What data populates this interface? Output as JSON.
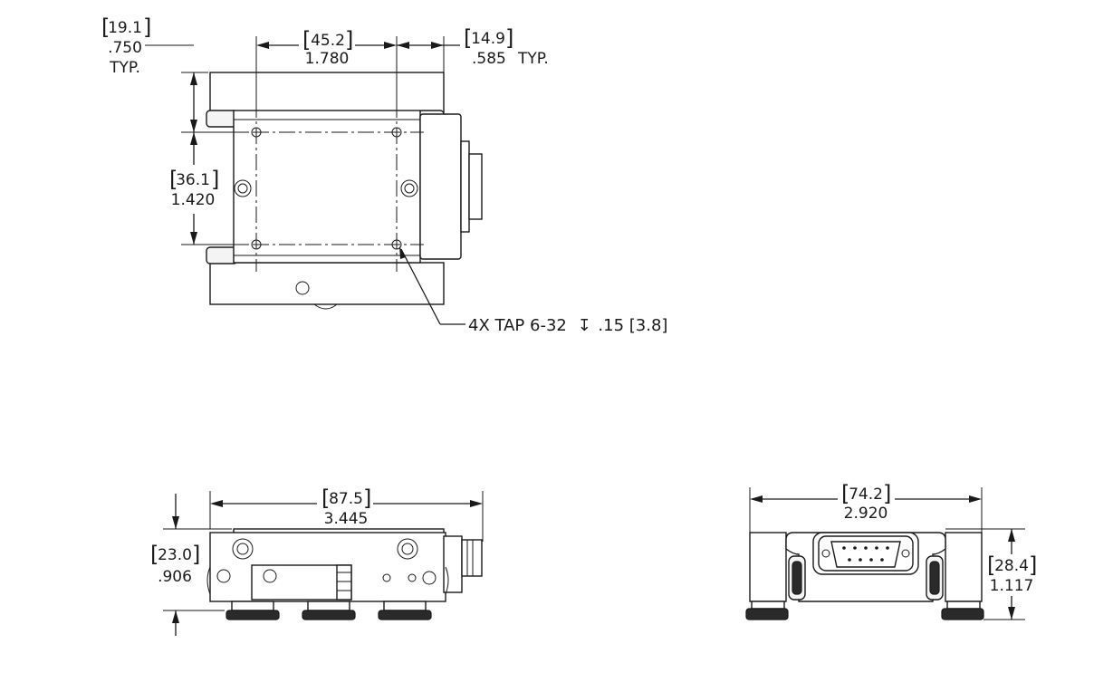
{
  "top_view": {
    "dim_typ_left": {
      "metric": "19.1",
      "imperial": ".750",
      "note": "TYP."
    },
    "dim_hole_spacing_x": {
      "metric": "45.2",
      "imperial": "1.780"
    },
    "dim_typ_right": {
      "metric": "14.9",
      "imperial": ".585",
      "note": "TYP."
    },
    "dim_hole_spacing_y": {
      "metric": "36.1",
      "imperial": "1.420"
    },
    "tap_callout": {
      "prefix": "4X TAP 6-32",
      "depth_symbol": "↧",
      "depth": ".15 [3.8]"
    }
  },
  "front_view": {
    "dim_width": {
      "metric": "87.5",
      "imperial": "3.445"
    },
    "dim_height": {
      "metric": "23.0",
      "imperial": ".906"
    }
  },
  "side_view": {
    "dim_width": {
      "metric": "74.2",
      "imperial": "2.920"
    },
    "dim_height": {
      "metric": "28.4",
      "imperial": "1.117"
    }
  }
}
